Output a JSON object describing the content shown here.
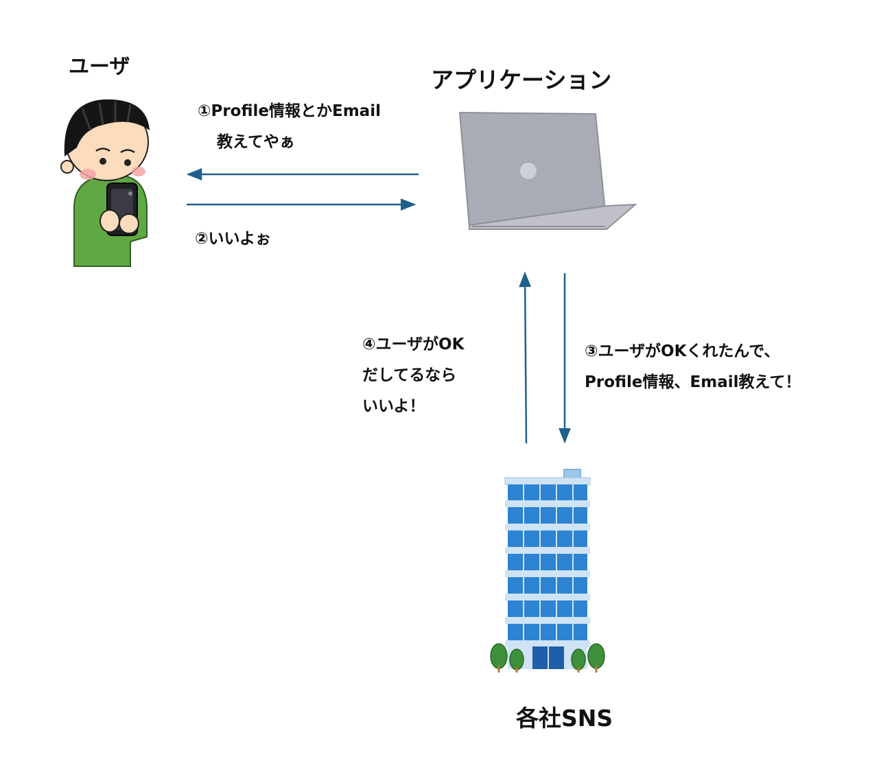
{
  "actors": {
    "user": {
      "label": "ユーザ",
      "icon": "person-with-smartphone-icon"
    },
    "app": {
      "label": "アプリケーション",
      "icon": "laptop-icon"
    },
    "sns": {
      "label": "各社SNS",
      "icon": "office-building-icon"
    }
  },
  "messages": {
    "m1": {
      "line1": "①Profile情報とかEmail",
      "line2": "教えてやぁ"
    },
    "m2": {
      "line1": "②いいよぉ"
    },
    "m3": {
      "line1": "③ユーザがOKくれたんで、",
      "line2": "Profile情報、Email教えて！"
    },
    "m4": {
      "line1": "④ユーザがOK",
      "line2": "だしてるなら",
      "line3": "いいよ！"
    }
  },
  "colors": {
    "arrow": "#1f5f8b",
    "shirt": "#5fa844",
    "laptop": "#a9abb5",
    "building": "#2d84d2",
    "tree": "#3d8f3a"
  }
}
